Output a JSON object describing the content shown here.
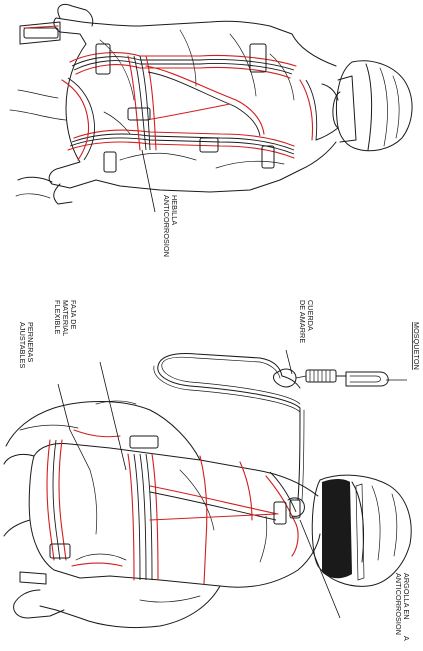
{
  "colors": {
    "line_art": "#1a1a1a",
    "harness_accent": "#d21f1f",
    "background": "#ffffff"
  },
  "labels": {
    "hebilla": [
      "HEBILLA",
      "ANTICORROSION"
    ],
    "cuerda": [
      "CUERDA",
      "DE AMARRE"
    ],
    "mosqueton": "MOSQUETON",
    "faja": [
      "FAJA DE",
      "MATERIAL",
      "FLEXIBLE"
    ],
    "perneras": [
      "PERNERAS",
      "AJUSTABLES"
    ],
    "argolla": [
      "ARGOLLA EN",
      "ANTICORROSION"
    ],
    "argolla_extra": "A"
  }
}
